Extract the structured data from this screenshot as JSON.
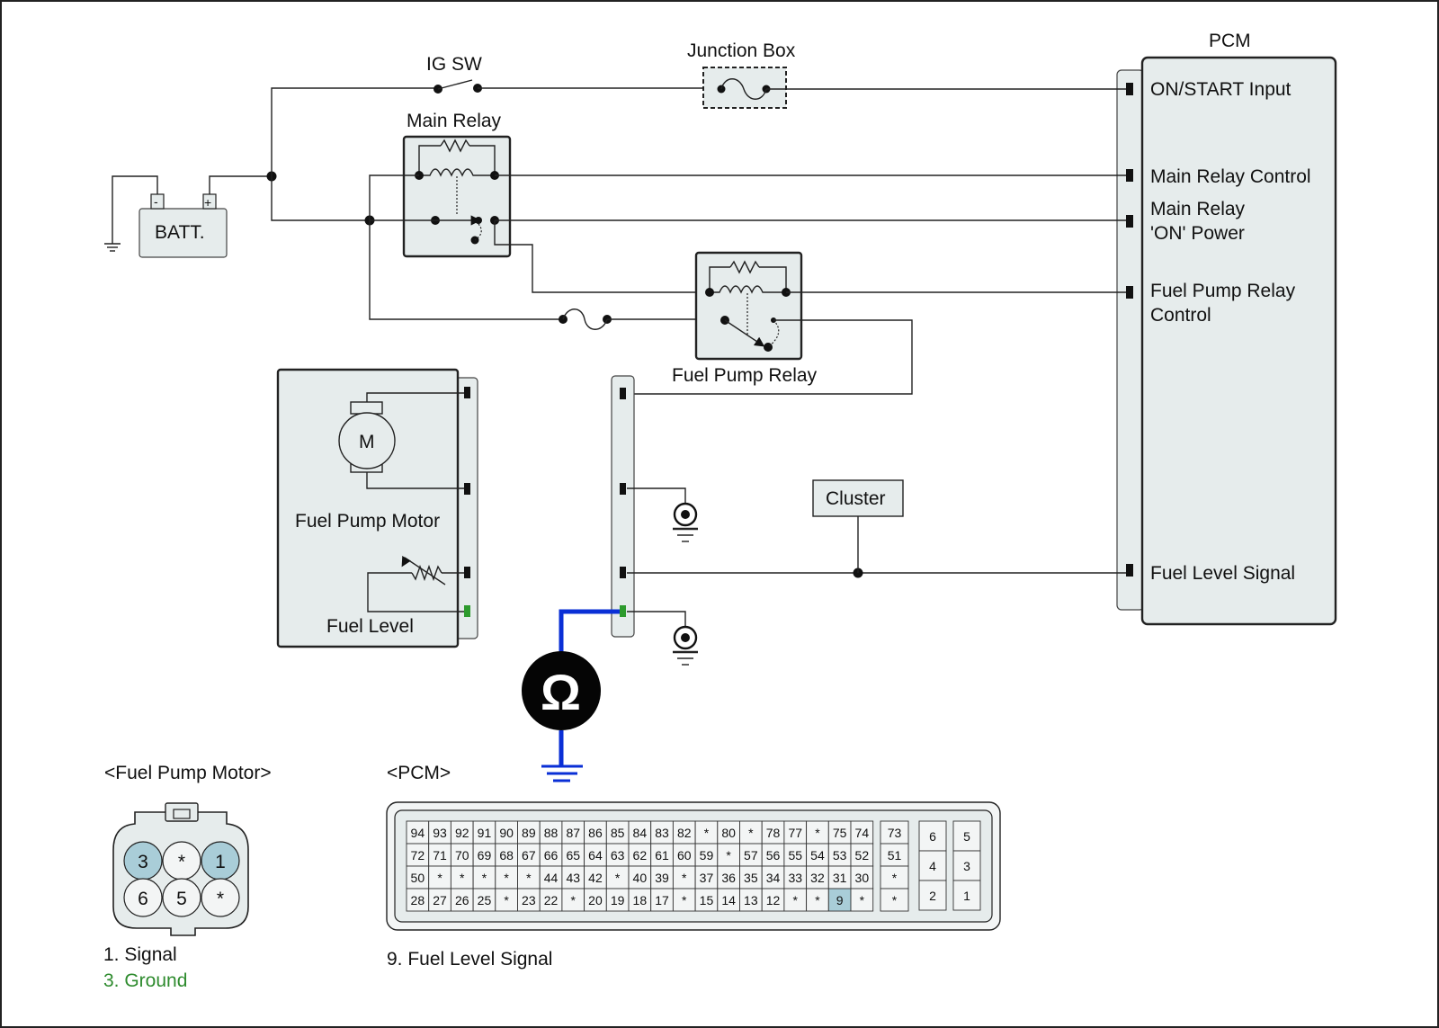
{
  "labels": {
    "ig_sw": "IG SW",
    "junction_box": "Junction Box",
    "pcm_title": "PCM",
    "main_relay": "Main Relay",
    "batt": "BATT.",
    "fuel_pump_relay": "Fuel Pump Relay",
    "fuel_pump_motor": "Fuel Pump Motor",
    "fuel_level": "Fuel Level",
    "motor_symbol": "M",
    "cluster": "Cluster",
    "ohm_symbol": "Ω",
    "batt_minus": "-",
    "batt_plus": "+"
  },
  "pcm_pins": {
    "on_start_input": "ON/START Input",
    "main_relay_control": "Main Relay Control",
    "main_relay_on_power_1": "Main Relay",
    "main_relay_on_power_2": "'ON' Power",
    "fuel_pump_relay_control_1": "Fuel Pump Relay",
    "fuel_pump_relay_control_2": "Control",
    "fuel_level_signal": "Fuel Level Signal"
  },
  "fuel_pump_connector": {
    "title": "<Fuel Pump Motor>",
    "top_row": [
      "3",
      "*",
      "1"
    ],
    "bottom_row": [
      "6",
      "5",
      "*"
    ],
    "highlighted": [
      "3",
      "1"
    ],
    "legend": [
      {
        "text": "1. Signal",
        "color": "#111111"
      },
      {
        "text": "3. Ground",
        "color": "#2e8b2e"
      }
    ]
  },
  "pcm_connector": {
    "title": "<PCM>",
    "rows": [
      [
        "94",
        "93",
        "92",
        "91",
        "90",
        "89",
        "88",
        "87",
        "86",
        "85",
        "84",
        "83",
        "82",
        "*",
        "80",
        "*",
        "78",
        "77",
        "*",
        "75",
        "74"
      ],
      [
        "72",
        "71",
        "70",
        "69",
        "68",
        "67",
        "66",
        "65",
        "64",
        "63",
        "62",
        "61",
        "60",
        "59",
        "*",
        "57",
        "56",
        "55",
        "54",
        "53",
        "52"
      ],
      [
        "50",
        "*",
        "*",
        "*",
        "*",
        "*",
        "44",
        "43",
        "42",
        "*",
        "40",
        "39",
        "*",
        "37",
        "36",
        "35",
        "34",
        "33",
        "32",
        "31",
        "30"
      ],
      [
        "28",
        "27",
        "26",
        "25",
        "*",
        "23",
        "22",
        "*",
        "20",
        "19",
        "18",
        "17",
        "*",
        "15",
        "14",
        "13",
        "12",
        "*",
        "*",
        "9",
        "*"
      ]
    ],
    "side_column": [
      "73",
      "51",
      "*",
      "*"
    ],
    "right_blocks": [
      [
        "6",
        "4",
        "2"
      ],
      [
        "5",
        "3",
        "1"
      ]
    ],
    "highlighted": "9",
    "legend": "9. Fuel Level Signal"
  },
  "colors": {
    "highlight_fill": "#a9cdd8",
    "component_fill": "#e6ecec",
    "measurement_wire": "#0a2fd6",
    "ground_terminal": "#2e9b2e"
  }
}
